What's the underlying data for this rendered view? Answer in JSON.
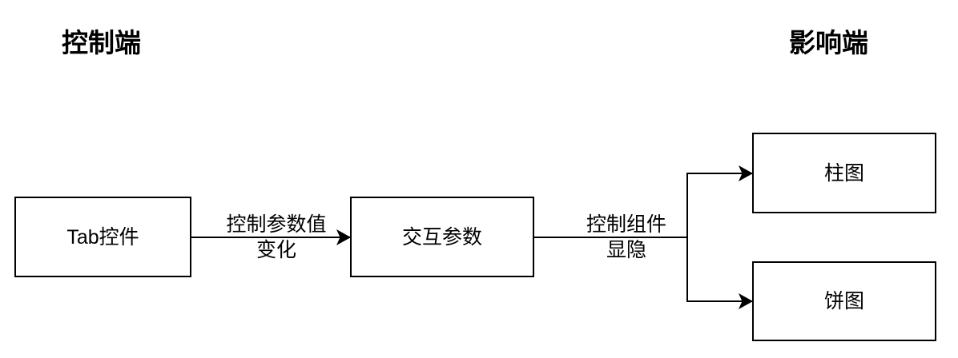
{
  "titles": {
    "control_side": "控制端",
    "affected_side": "影响端"
  },
  "nodes": {
    "tab_control": {
      "label": "Tab控件"
    },
    "interaction_param": {
      "label": "交互参数"
    },
    "bar_chart": {
      "label": "柱图"
    },
    "pie_chart": {
      "label": "饼图"
    }
  },
  "edges": {
    "param_change": {
      "line1": "控制参数值",
      "line2": "变化"
    },
    "visibility": {
      "line1": "控制组件",
      "line2": "显隐"
    }
  },
  "colors": {
    "stroke": "#000000",
    "text": "#000000",
    "background": "#ffffff"
  }
}
